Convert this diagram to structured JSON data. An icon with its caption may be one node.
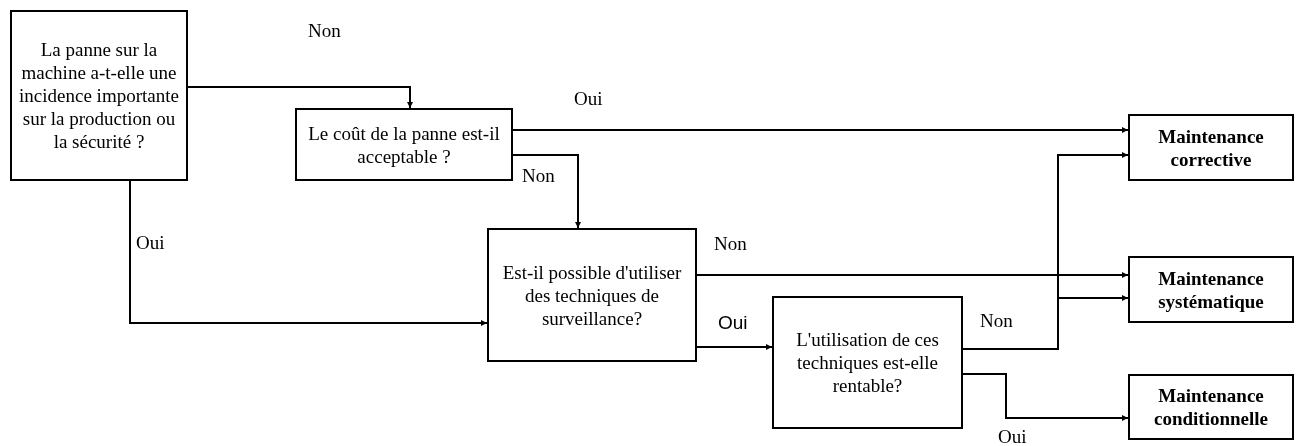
{
  "diagram": {
    "nodes": [
      {
        "text": [
          "La panne sur la machine a-t-elle une incidence importante sur la production ou la sécurité ?"
        ]
      },
      {
        "text": [
          "Le coût de la panne est-il acceptable ?"
        ]
      },
      {
        "text": [
          "Est-il possible d'utiliser des techniques de surveillance?"
        ]
      },
      {
        "text": [
          "L'utilisation de ces techniques est-elle rentable?"
        ]
      },
      {
        "text": [
          "Maintenance corrective"
        ]
      },
      {
        "text": [
          "Maintenance systématique"
        ]
      },
      {
        "text": [
          "Maintenance conditionnelle"
        ]
      }
    ],
    "edges": [
      {
        "from": 0,
        "to": 1,
        "arrow": "to",
        "label": "Non"
      },
      {
        "from": 0,
        "to": 2,
        "arrow": "to",
        "label": "Oui"
      },
      {
        "from": 1,
        "to": 4,
        "arrow": "to",
        "label": "Oui"
      },
      {
        "from": 1,
        "to": 2,
        "arrow": "to",
        "label": "Non"
      },
      {
        "from": 2,
        "to": 5,
        "arrow": "to",
        "label": "Non"
      },
      {
        "from": 2,
        "to": 3,
        "arrow": "to",
        "label": "Oui"
      },
      {
        "from": 3,
        "to": 4,
        "arrow": "to",
        "label": "Non"
      },
      {
        "from": 3,
        "to": 5,
        "arrow": "to"
      },
      {
        "from": 3,
        "to": 6,
        "arrow": "to",
        "label": "Oui"
      }
    ]
  }
}
